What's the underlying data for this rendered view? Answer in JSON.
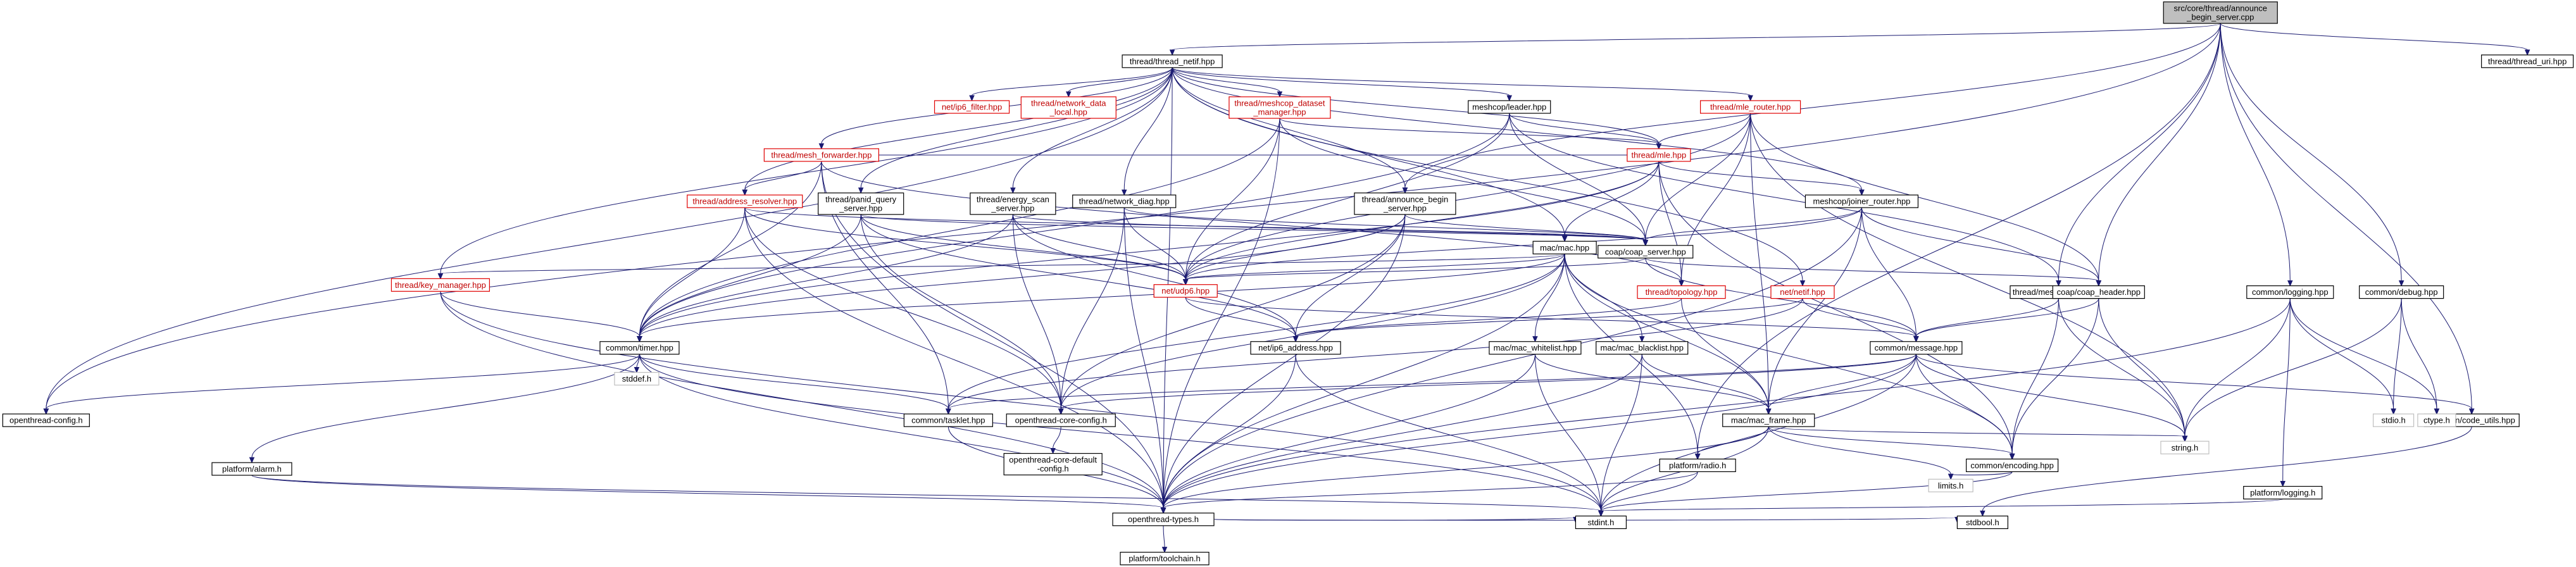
{
  "graph": {
    "title": "Include dependency graph for announce_begin_server.cpp",
    "nodes": [
      {
        "id": "root",
        "lines": [
          "src/core/thread/announce",
          "_begin_server.cpp"
        ],
        "style": "root"
      },
      {
        "id": "thread_netif",
        "lines": [
          "thread/thread_netif.hpp"
        ],
        "style": "normal"
      },
      {
        "id": "thread_uri",
        "lines": [
          "thread/thread_uri.hpp"
        ],
        "style": "normal"
      },
      {
        "id": "ot_config",
        "lines": [
          "openthread-config.h"
        ],
        "style": "normal"
      },
      {
        "id": "ip6_filter",
        "lines": [
          "net/ip6_filter.hpp"
        ],
        "style": "red"
      },
      {
        "id": "network_data_local",
        "lines": [
          "thread/network_data",
          "_local.hpp"
        ],
        "style": "red"
      },
      {
        "id": "dataset_manager",
        "lines": [
          "thread/meshcop_dataset",
          "_manager.hpp"
        ],
        "style": "red"
      },
      {
        "id": "leader",
        "lines": [
          "meshcop/leader.hpp"
        ],
        "style": "normal"
      },
      {
        "id": "mle_router",
        "lines": [
          "thread/mle_router.hpp"
        ],
        "style": "red"
      },
      {
        "id": "mesh_forwarder",
        "lines": [
          "thread/mesh_forwarder.hpp"
        ],
        "style": "red"
      },
      {
        "id": "mle",
        "lines": [
          "thread/mle.hpp"
        ],
        "style": "red"
      },
      {
        "id": "address_resolver",
        "lines": [
          "thread/address_resolver.hpp"
        ],
        "style": "red"
      },
      {
        "id": "panid_query",
        "lines": [
          "thread/panid_query",
          "_server.hpp"
        ],
        "style": "normal"
      },
      {
        "id": "energy_scan",
        "lines": [
          "thread/energy_scan",
          "_server.hpp"
        ],
        "style": "normal"
      },
      {
        "id": "network_diag",
        "lines": [
          "thread/network_diag.hpp"
        ],
        "style": "normal"
      },
      {
        "id": "announce_begin",
        "lines": [
          "thread/announce_begin",
          "_server.hpp"
        ],
        "style": "normal"
      },
      {
        "id": "joiner_router",
        "lines": [
          "meshcop/joiner_router.hpp"
        ],
        "style": "normal"
      },
      {
        "id": "coap_server",
        "lines": [
          "coap/coap_server.hpp"
        ],
        "style": "normal"
      },
      {
        "id": "mac",
        "lines": [
          "mac/mac.hpp"
        ],
        "style": "normal"
      },
      {
        "id": "key_manager",
        "lines": [
          "thread/key_manager.hpp"
        ],
        "style": "red"
      },
      {
        "id": "udp6",
        "lines": [
          "net/udp6.hpp"
        ],
        "style": "red"
      },
      {
        "id": "topology",
        "lines": [
          "thread/topology.hpp"
        ],
        "style": "red"
      },
      {
        "id": "netif",
        "lines": [
          "net/netif.hpp"
        ],
        "style": "red"
      },
      {
        "id": "meshcop_tlvs",
        "lines": [
          "thread/meshcop_tlvs.hpp"
        ],
        "style": "normal"
      },
      {
        "id": "coap_header",
        "lines": [
          "coap/coap_header.hpp"
        ],
        "style": "normal"
      },
      {
        "id": "logging_hpp",
        "lines": [
          "common/logging.hpp"
        ],
        "style": "normal"
      },
      {
        "id": "debug_hpp",
        "lines": [
          "common/debug.hpp"
        ],
        "style": "normal"
      },
      {
        "id": "timer",
        "lines": [
          "common/timer.hpp"
        ],
        "style": "normal"
      },
      {
        "id": "stddef",
        "lines": [
          "stddef.h"
        ],
        "style": "gray"
      },
      {
        "id": "ip6_address",
        "lines": [
          "net/ip6_address.hpp"
        ],
        "style": "normal"
      },
      {
        "id": "mac_whitelist",
        "lines": [
          "mac/mac_whitelist.hpp"
        ],
        "style": "normal"
      },
      {
        "id": "mac_blacklist",
        "lines": [
          "mac/mac_blacklist.hpp"
        ],
        "style": "normal"
      },
      {
        "id": "message",
        "lines": [
          "common/message.hpp"
        ],
        "style": "normal"
      },
      {
        "id": "tasklet",
        "lines": [
          "common/tasklet.hpp"
        ],
        "style": "normal"
      },
      {
        "id": "ot_core_config",
        "lines": [
          "openthread-core-config.h"
        ],
        "style": "normal"
      },
      {
        "id": "mac_frame",
        "lines": [
          "mac/mac_frame.hpp"
        ],
        "style": "normal"
      },
      {
        "id": "code_utils",
        "lines": [
          "common/code_utils.hpp"
        ],
        "style": "normal"
      },
      {
        "id": "stdio",
        "lines": [
          "stdio.h"
        ],
        "style": "gray"
      },
      {
        "id": "ctype",
        "lines": [
          "ctype.h"
        ],
        "style": "gray"
      },
      {
        "id": "string",
        "lines": [
          "string.h"
        ],
        "style": "gray"
      },
      {
        "id": "platform_alarm",
        "lines": [
          "platform/alarm.h"
        ],
        "style": "normal"
      },
      {
        "id": "ot_core_default_config",
        "lines": [
          "openthread-core-default",
          "-config.h"
        ],
        "style": "normal"
      },
      {
        "id": "platform_radio",
        "lines": [
          "platform/radio.h"
        ],
        "style": "normal"
      },
      {
        "id": "encoding",
        "lines": [
          "common/encoding.hpp"
        ],
        "style": "normal"
      },
      {
        "id": "limits",
        "lines": [
          "limits.h"
        ],
        "style": "gray"
      },
      {
        "id": "platform_logging",
        "lines": [
          "platform/logging.h"
        ],
        "style": "normal"
      },
      {
        "id": "ot_types",
        "lines": [
          "openthread-types.h"
        ],
        "style": "normal"
      },
      {
        "id": "toolchain",
        "lines": [
          "platform/toolchain.h"
        ],
        "style": "normal"
      },
      {
        "id": "stdint",
        "lines": [
          "stdint.h"
        ],
        "style": "normal"
      },
      {
        "id": "stdbool",
        "lines": [
          "stdbool.h"
        ],
        "style": "normal"
      }
    ],
    "edges": [
      [
        "root",
        "thread_netif"
      ],
      [
        "root",
        "thread_uri"
      ],
      [
        "root",
        "ot_config"
      ],
      [
        "root",
        "announce_begin"
      ],
      [
        "root",
        "coap_header"
      ],
      [
        "root",
        "meshcop_tlvs"
      ],
      [
        "root",
        "logging_hpp"
      ],
      [
        "root",
        "debug_hpp"
      ],
      [
        "root",
        "code_utils"
      ],
      [
        "root",
        "platform_radio"
      ],
      [
        "thread_netif",
        "ot_config"
      ],
      [
        "thread_netif",
        "ip6_filter"
      ],
      [
        "thread_netif",
        "network_data_local"
      ],
      [
        "thread_netif",
        "dataset_manager"
      ],
      [
        "thread_netif",
        "leader"
      ],
      [
        "thread_netif",
        "mle_router"
      ],
      [
        "thread_netif",
        "mesh_forwarder"
      ],
      [
        "thread_netif",
        "mle"
      ],
      [
        "thread_netif",
        "address_resolver"
      ],
      [
        "thread_netif",
        "panid_query"
      ],
      [
        "thread_netif",
        "energy_scan"
      ],
      [
        "thread_netif",
        "network_diag"
      ],
      [
        "thread_netif",
        "announce_begin"
      ],
      [
        "thread_netif",
        "joiner_router"
      ],
      [
        "thread_netif",
        "mac"
      ],
      [
        "thread_netif",
        "key_manager"
      ],
      [
        "thread_netif",
        "netif"
      ],
      [
        "thread_netif",
        "ot_types"
      ],
      [
        "dataset_manager",
        "mle"
      ],
      [
        "dataset_manager",
        "timer"
      ],
      [
        "dataset_manager",
        "udp6"
      ],
      [
        "dataset_manager",
        "coap_server"
      ],
      [
        "dataset_manager",
        "ot_types"
      ],
      [
        "leader",
        "coap_server"
      ],
      [
        "leader",
        "udp6"
      ],
      [
        "leader",
        "timer"
      ],
      [
        "leader",
        "mle"
      ],
      [
        "leader",
        "meshcop_tlvs"
      ],
      [
        "mle_router",
        "mle"
      ],
      [
        "mle_router",
        "coap_server"
      ],
      [
        "mle_router",
        "udp6"
      ],
      [
        "mle_router",
        "topology"
      ],
      [
        "mle_router",
        "coap_header"
      ],
      [
        "mle_router",
        "string"
      ],
      [
        "mle_router",
        "mac_frame"
      ],
      [
        "mesh_forwarder",
        "address_resolver"
      ],
      [
        "mesh_forwarder",
        "mle"
      ],
      [
        "mesh_forwarder",
        "timer"
      ],
      [
        "mesh_forwarder",
        "tasklet"
      ],
      [
        "mesh_forwarder",
        "ot_types"
      ],
      [
        "mesh_forwarder",
        "topology"
      ],
      [
        "mle",
        "mac"
      ],
      [
        "mle",
        "joiner_router"
      ],
      [
        "mle",
        "udp6"
      ],
      [
        "mle",
        "timer"
      ],
      [
        "mle",
        "topology"
      ],
      [
        "mle",
        "encoding"
      ],
      [
        "address_resolver",
        "coap_server"
      ],
      [
        "address_resolver",
        "udp6"
      ],
      [
        "address_resolver",
        "timer"
      ],
      [
        "address_resolver",
        "ot_core_config"
      ],
      [
        "address_resolver",
        "ot_types"
      ],
      [
        "panid_query",
        "coap_server"
      ],
      [
        "panid_query",
        "udp6"
      ],
      [
        "panid_query",
        "timer"
      ],
      [
        "panid_query",
        "ot_core_config"
      ],
      [
        "panid_query",
        "ip6_address"
      ],
      [
        "energy_scan",
        "coap_server"
      ],
      [
        "energy_scan",
        "udp6"
      ],
      [
        "energy_scan",
        "timer"
      ],
      [
        "energy_scan",
        "ot_core_config"
      ],
      [
        "energy_scan",
        "ip6_address"
      ],
      [
        "network_diag",
        "coap_server"
      ],
      [
        "network_diag",
        "udp6"
      ],
      [
        "network_diag",
        "ot_core_config"
      ],
      [
        "network_diag",
        "ot_types"
      ],
      [
        "announce_begin",
        "coap_server"
      ],
      [
        "announce_begin",
        "udp6"
      ],
      [
        "announce_begin",
        "timer"
      ],
      [
        "announce_begin",
        "ot_core_config"
      ],
      [
        "announce_begin",
        "ip6_address"
      ],
      [
        "announce_begin",
        "ot_types"
      ],
      [
        "joiner_router",
        "coap_server"
      ],
      [
        "joiner_router",
        "coap_header"
      ],
      [
        "joiner_router",
        "udp6"
      ],
      [
        "joiner_router",
        "message"
      ],
      [
        "joiner_router",
        "mac_frame"
      ],
      [
        "joiner_router",
        "ot_types"
      ],
      [
        "coap_server",
        "coap_header"
      ],
      [
        "coap_server",
        "udp6"
      ],
      [
        "coap_server",
        "message"
      ],
      [
        "mac",
        "timer"
      ],
      [
        "mac",
        "udp6"
      ],
      [
        "mac",
        "mac_whitelist"
      ],
      [
        "mac",
        "mac_blacklist"
      ],
      [
        "mac",
        "mac_frame"
      ],
      [
        "mac",
        "platform_radio"
      ],
      [
        "mac",
        "ot_core_config"
      ],
      [
        "mac",
        "tasklet"
      ],
      [
        "mac",
        "encoding"
      ],
      [
        "mac",
        "ot_types"
      ],
      [
        "mac",
        "key_manager"
      ],
      [
        "key_manager",
        "timer"
      ],
      [
        "key_manager",
        "ot_types"
      ],
      [
        "key_manager",
        "stdint"
      ],
      [
        "udp6",
        "ip6_address"
      ],
      [
        "udp6",
        "message"
      ],
      [
        "topology",
        "mac_frame"
      ],
      [
        "topology",
        "ip6_address"
      ],
      [
        "netif",
        "message"
      ],
      [
        "netif",
        "ip6_address"
      ],
      [
        "netif",
        "tasklet"
      ],
      [
        "meshcop_tlvs",
        "coap_header"
      ],
      [
        "meshcop_tlvs",
        "message"
      ],
      [
        "meshcop_tlvs",
        "string"
      ],
      [
        "meshcop_tlvs",
        "encoding"
      ],
      [
        "coap_header",
        "message"
      ],
      [
        "coap_header",
        "string"
      ],
      [
        "coap_header",
        "encoding"
      ],
      [
        "logging_hpp",
        "string"
      ],
      [
        "logging_hpp",
        "stdio"
      ],
      [
        "logging_hpp",
        "ctype"
      ],
      [
        "logging_hpp",
        "platform_logging"
      ],
      [
        "logging_hpp",
        "ot_types"
      ],
      [
        "debug_hpp",
        "stdio"
      ],
      [
        "debug_hpp",
        "ctype"
      ],
      [
        "debug_hpp",
        "string"
      ],
      [
        "timer",
        "stddef"
      ],
      [
        "timer",
        "platform_alarm"
      ],
      [
        "timer",
        "tasklet"
      ],
      [
        "timer",
        "ot_types"
      ],
      [
        "timer",
        "stdint"
      ],
      [
        "timer",
        "ot_config"
      ],
      [
        "ip6_address",
        "ot_types"
      ],
      [
        "ip6_address",
        "stdint"
      ],
      [
        "mac_whitelist",
        "ot_types"
      ],
      [
        "mac_whitelist",
        "mac_frame"
      ],
      [
        "mac_whitelist",
        "stdint"
      ],
      [
        "mac_blacklist",
        "ot_types"
      ],
      [
        "mac_blacklist",
        "mac_frame"
      ],
      [
        "mac_blacklist",
        "stdint"
      ],
      [
        "message",
        "mac_frame"
      ],
      [
        "message",
        "code_utils"
      ],
      [
        "message",
        "ot_core_config"
      ],
      [
        "message",
        "ot_types"
      ],
      [
        "message",
        "string"
      ],
      [
        "message",
        "stdint"
      ],
      [
        "message",
        "tasklet"
      ],
      [
        "message",
        "encoding"
      ],
      [
        "tasklet",
        "ot_types"
      ],
      [
        "ot_core_config",
        "ot_core_default_config"
      ],
      [
        "mac_frame",
        "platform_radio"
      ],
      [
        "mac_frame",
        "encoding"
      ],
      [
        "mac_frame",
        "ot_types"
      ],
      [
        "mac_frame",
        "string"
      ],
      [
        "mac_frame",
        "stdint"
      ],
      [
        "mac_frame",
        "limits"
      ],
      [
        "code_utils",
        "stdbool"
      ],
      [
        "platform_alarm",
        "ot_types"
      ],
      [
        "platform_alarm",
        "stdint"
      ],
      [
        "platform_radio",
        "ot_types"
      ],
      [
        "platform_radio",
        "stdint"
      ],
      [
        "encoding",
        "limits"
      ],
      [
        "encoding",
        "stdint"
      ],
      [
        "platform_logging",
        "stdint"
      ],
      [
        "ot_types",
        "toolchain"
      ],
      [
        "ot_types",
        "stdint"
      ],
      [
        "ot_types",
        "stdbool"
      ]
    ]
  }
}
